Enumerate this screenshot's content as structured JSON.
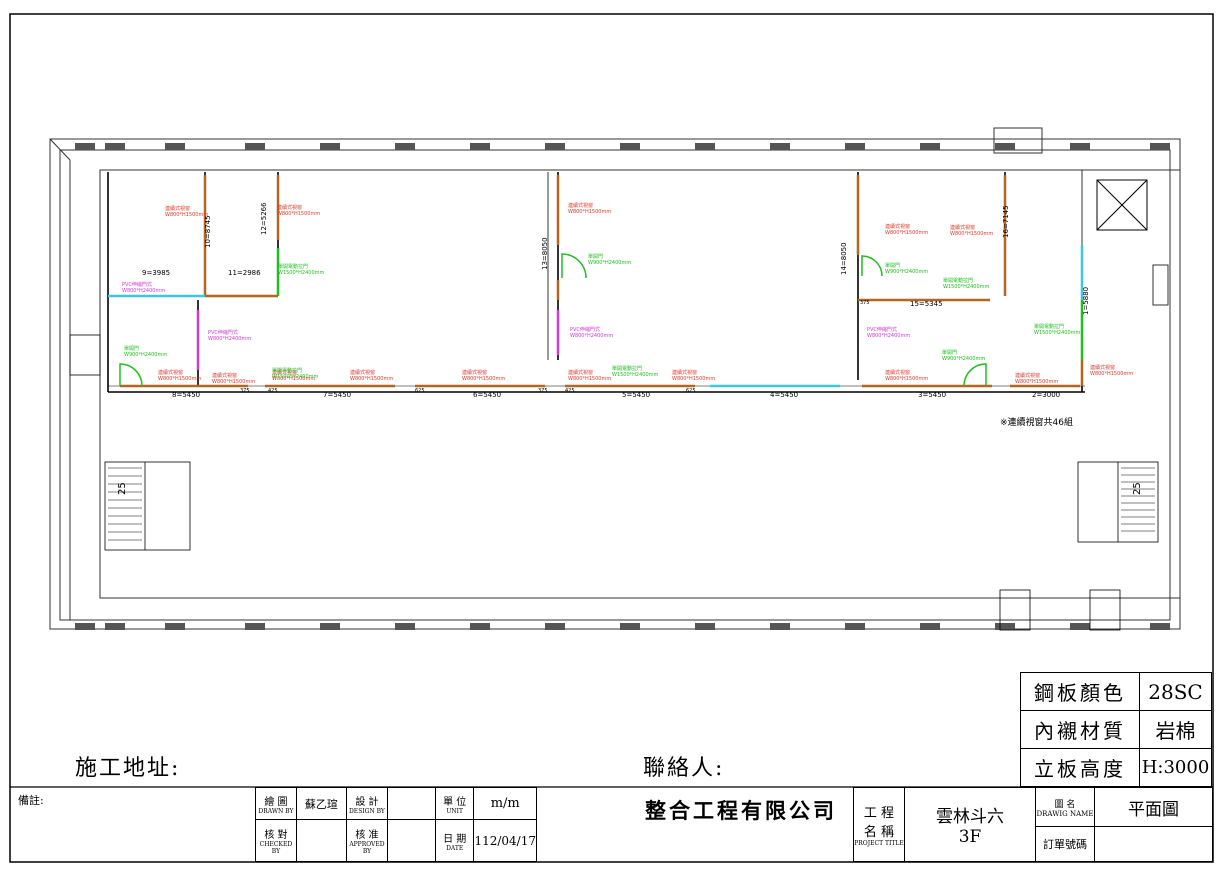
{
  "plan": {
    "room_dims": [
      "8=5450",
      "7=5450",
      "6=5450",
      "5=5450",
      "4=5450",
      "3=5450",
      "2=3000",
      "9=3985",
      "11=2986",
      "10=8745",
      "12=5266",
      "13=8050",
      "14=8050",
      "15=5345",
      "16=7145",
      "1=5880"
    ],
    "note": "※連續視窗共46組",
    "callouts": [
      {
        "text": "連續式視窗",
        "sub": "W800*H1500mm",
        "color": "#e03a2a"
      },
      {
        "text": "單開門",
        "sub": "W900*H2400mm",
        "color": "#1fbf1f"
      },
      {
        "text": "PVC伸縮門式",
        "sub": "W800*H2400mm",
        "color": "#d23ad2"
      },
      {
        "text": "單開電動拉門",
        "sub": "W1500*H2400mm",
        "color": "#1fbf1f"
      }
    ],
    "stair_numbers": "25",
    "small_dims": [
      "375",
      "425",
      "625"
    ]
  },
  "spec": {
    "rows": [
      {
        "label": "鋼板顏色",
        "value": "28SC"
      },
      {
        "label": "內襯材質",
        "value": "岩棉"
      },
      {
        "label": "立板高度",
        "value": "H:3000"
      }
    ]
  },
  "address_label": "施工地址:",
  "contact_label": "聯絡人:",
  "titleblock": {
    "remark": "備註:",
    "drawn_label": "繪 圖",
    "drawn_label_en": "DRAWN BY",
    "drawn_by": "蘇乙瑄",
    "design_label": "設 計",
    "design_label_en": "DESIGN BY",
    "checked_label": "核 對",
    "checked_label_en": "CHECKED BY",
    "approved_label": "核 准",
    "approved_label_en": "APPROVED BY",
    "unit_label": "單 位",
    "unit_label_en": "UNIT",
    "unit": "m/m",
    "date_label": "日 期",
    "date_label_en": "DATE",
    "date": "112/04/17",
    "company": "整合工程有限公司",
    "project_label_1": "工 程",
    "project_label_2": "名 稱",
    "project_label_en": "PROJECT TITLE",
    "project_name": "雲林斗六",
    "project_floor": "3F",
    "drawing_label": "圖 名",
    "drawing_label_en": "DRAWIG NAME",
    "drawing_name": "平面圖",
    "order_label": "訂單號碼"
  }
}
